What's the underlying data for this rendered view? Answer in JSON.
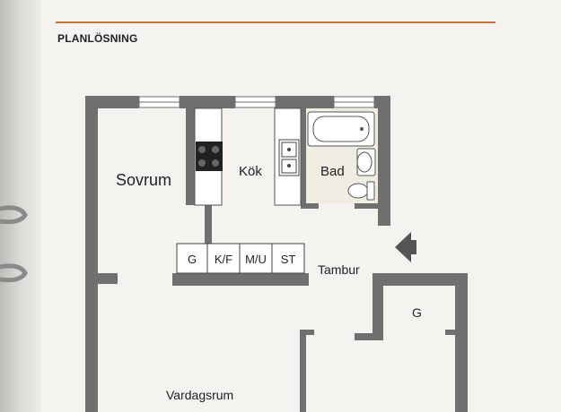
{
  "page": {
    "heading": "PLANLÖSNING",
    "accent_color": "#c8703a",
    "wall_color": "#6f6f6f"
  },
  "plan": {
    "rooms": {
      "sovrum": "Sovrum",
      "kok": "Kök",
      "bad": "Bad",
      "tambur": "Tambur",
      "vardagsrum": "Vardagsrum",
      "garderob": "G"
    },
    "storage_units": [
      "G",
      "K/F",
      "M/U",
      "ST"
    ],
    "entrance_icon": "entrance-arrow-icon",
    "binder_icon": "binder-ring-icon"
  }
}
